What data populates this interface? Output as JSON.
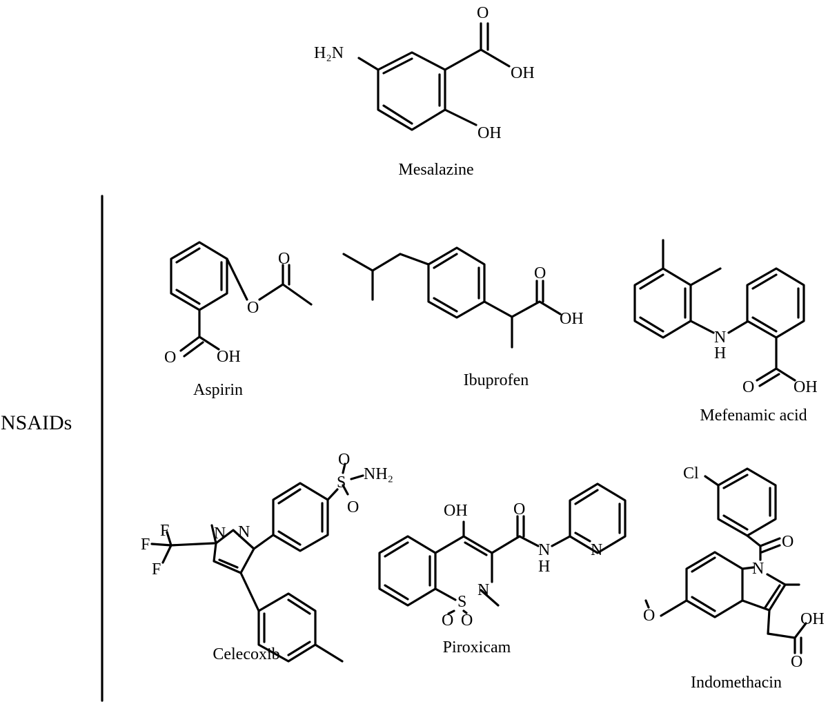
{
  "top_compound": {
    "name": "Mesalazine",
    "labels": {
      "nh2": "H₂N",
      "o": "O",
      "oh1": "OH",
      "oh2": "OH"
    }
  },
  "group_label": "NSAIDs",
  "compounds": {
    "aspirin": {
      "name": "Aspirin",
      "labels": {
        "o_carbonyl_acid": "O",
        "oh": "OH",
        "o_ester": "O",
        "o_acetyl": "O"
      }
    },
    "ibuprofen": {
      "name": "Ibuprofen",
      "labels": {
        "o": "O",
        "oh": "OH"
      }
    },
    "mefenamic": {
      "name": "Mefenamic acid",
      "labels": {
        "n": "N",
        "h": "H",
        "o": "O",
        "oh": "OH"
      }
    },
    "celecoxib": {
      "name": "Celecoxib",
      "labels": {
        "s": "S",
        "o_top": "O",
        "o_bottom": "O",
        "nh2": "NH₂",
        "n1": "N",
        "n2": "N",
        "f1": "F",
        "f2": "F",
        "f3": "F"
      }
    },
    "piroxicam": {
      "name": "Piroxicam",
      "labels": {
        "oh": "OH",
        "o_amide": "O",
        "n_amide": "N",
        "h_amide": "H",
        "n_pyridine": "N",
        "s": "S",
        "n_ring": "N",
        "o1": "O",
        "o2": "O"
      }
    },
    "indomethacin": {
      "name": "Indomethacin",
      "labels": {
        "cl": "Cl",
        "o_ketone": "O",
        "n": "N",
        "o_ether": "O",
        "oh": "OH",
        "o_acid": "O"
      }
    }
  }
}
